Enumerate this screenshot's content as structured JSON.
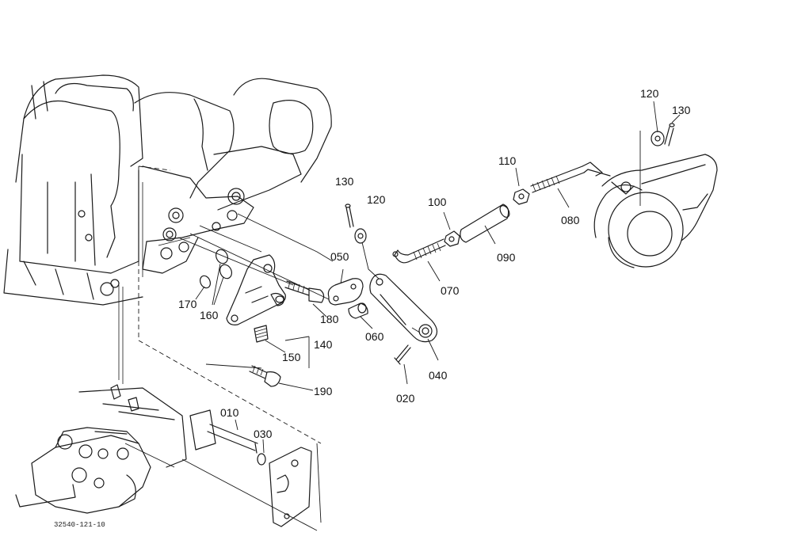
{
  "figure_ref": "32540-121-10",
  "callouts": {
    "p010": "010",
    "p020": "020",
    "p030": "030",
    "p040": "040",
    "p050": "050",
    "p060": "060",
    "p070": "070",
    "p080": "080",
    "p090": "090",
    "p100": "100",
    "p110": "110",
    "p120a": "120",
    "p120b": "120",
    "p130a": "130",
    "p130b": "130",
    "p140": "140",
    "p150": "150",
    "p160": "160",
    "p170": "170",
    "p180": "180",
    "p190": "190"
  }
}
